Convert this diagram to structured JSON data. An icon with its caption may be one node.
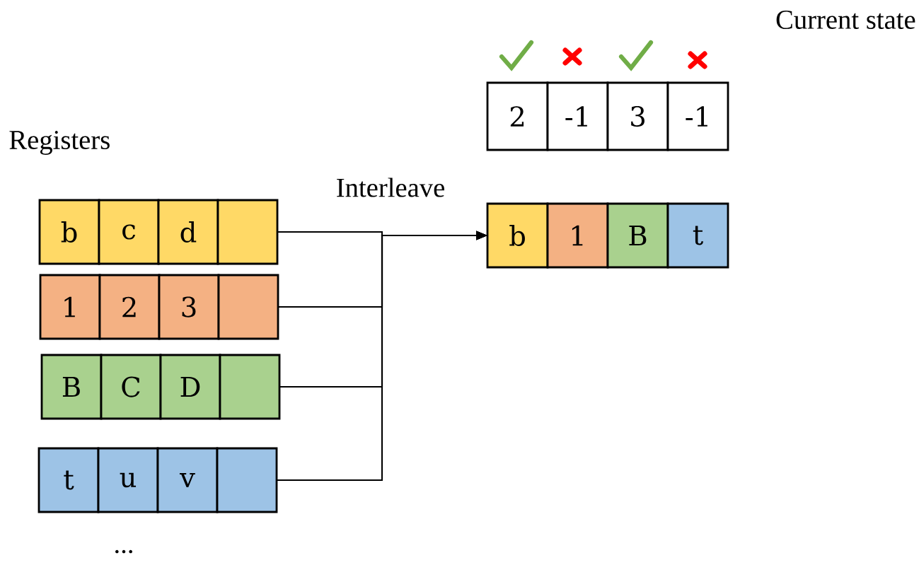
{
  "diagram": {
    "nodes": [
      {
        "text": [
          "2"
        ]
      },
      {
        "text": [
          "-1"
        ]
      },
      {
        "text": [
          "3"
        ]
      },
      {
        "text": [
          "-1"
        ]
      },
      {
        "text": [
          "b"
        ]
      },
      {
        "text": [
          "c"
        ]
      },
      {
        "text": [
          "d"
        ]
      },
      {
        "text": [],
        "shape": "box"
      },
      {
        "text": [
          "1"
        ]
      },
      {
        "text": [
          "2"
        ]
      },
      {
        "text": [
          "3"
        ]
      },
      {
        "text": [],
        "shape": "box"
      },
      {
        "text": [
          "B"
        ]
      },
      {
        "text": [
          "C"
        ]
      },
      {
        "text": [
          "D"
        ]
      },
      {
        "text": [],
        "shape": "box"
      },
      {
        "text": [
          "t"
        ]
      },
      {
        "text": [
          "u"
        ]
      },
      {
        "text": [
          "v"
        ]
      },
      {
        "text": [],
        "shape": "box"
      },
      {
        "text": [
          "b"
        ]
      },
      {
        "text": [
          "1"
        ]
      },
      {
        "text": [
          "B"
        ]
      },
      {
        "text": [
          "t"
        ]
      }
    ],
    "edges": [
      {
        "from": 7,
        "to": 20,
        "arrow": "to"
      },
      {
        "from": 11,
        "to": 20,
        "arrow": "to"
      },
      {
        "from": 15,
        "to": 20,
        "arrow": "to"
      },
      {
        "from": 19,
        "to": 20,
        "arrow": "to"
      }
    ],
    "labels": [
      "Current state",
      "Registers",
      "Interleave",
      "..."
    ]
  }
}
